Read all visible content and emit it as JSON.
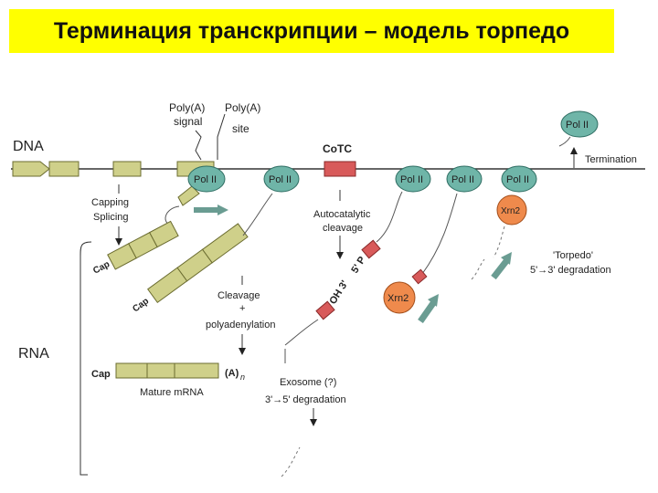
{
  "title": "Терминация транскрипции – модель торпедо",
  "colors": {
    "title_bg": "#ffff00",
    "pol2": "#6fb5a8",
    "pol2_stroke": "#2f6e63",
    "exon": "#cfd08a",
    "exon_stroke": "#6b6c30",
    "cotc": "#d85a5a",
    "xrn2": "#ef8a4c",
    "arrow": "#6a9c92"
  },
  "diagram": {
    "dna": "DNA",
    "rna": "RNA",
    "poly_a_signal": [
      "Poly(A)",
      "signal"
    ],
    "poly_a_site": [
      "Poly(A)",
      "site"
    ],
    "cotc": "CoTC",
    "termination": "Termination",
    "pol2": "Pol II",
    "xrn2": "Xrn2",
    "capping_splicing": [
      "Capping",
      "Splicing"
    ],
    "cap": "Cap",
    "autocatalytic": [
      "Autocatalytic",
      "cleavage"
    ],
    "cleavage_poly": [
      "Cleavage",
      "+",
      "polyadenylation"
    ],
    "oh3": "OH 3'",
    "p5": "5' P",
    "mature_mrna": "Mature mRNA",
    "poly_a_tail": "(A)",
    "poly_a_n": "n",
    "exosome": [
      "Exosome (?)",
      "3'→5' degradation"
    ],
    "torpedo": [
      "'Torpedo'",
      "5'→3' degradation"
    ]
  }
}
